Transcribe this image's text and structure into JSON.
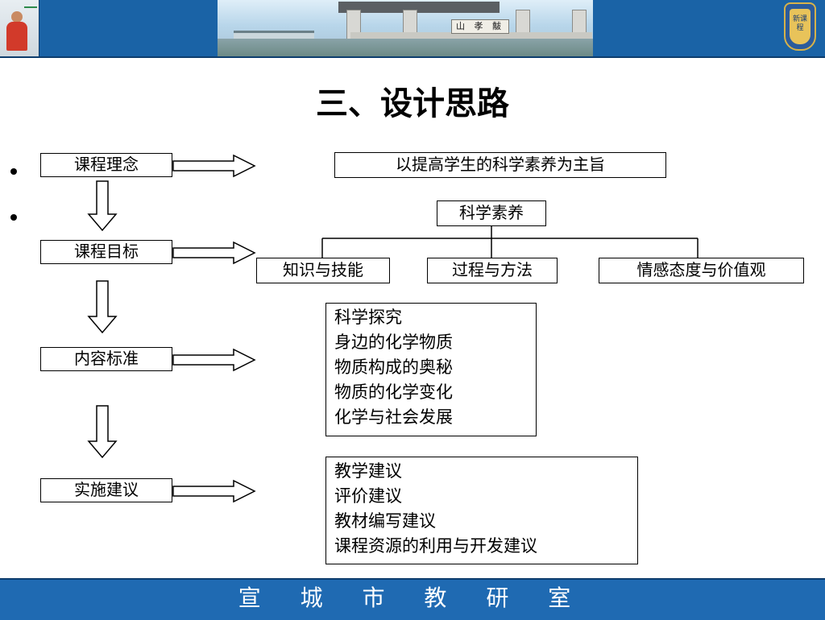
{
  "slide": {
    "title": "三、设计思路",
    "footer": "宣 城 市 教 研 室",
    "banner_plaque": "山 孝 黻",
    "logo_text": "新课程"
  },
  "diagram": {
    "steps": [
      "课程理念",
      "课程目标",
      "内容标准",
      "实施建议"
    ],
    "concept_goal": "以提高学生的科学素养为主旨",
    "literacy_root": "科学素养",
    "literacy_children": [
      "知识与技能",
      "过程与方法",
      "情感态度与价值观"
    ],
    "content_items": [
      "科学探究",
      "身边的化学物质",
      "物质构成的奥秘",
      "物质的化学变化",
      "化学与社会发展"
    ],
    "suggestion_items": [
      "教学建议",
      "评价建议",
      "教材编写建议",
      "课程资源的利用与开发建议"
    ]
  },
  "colors": {
    "banner": "#1a63a6",
    "footer": "#1f6ab2",
    "logo_gold": "#d6b24a"
  }
}
